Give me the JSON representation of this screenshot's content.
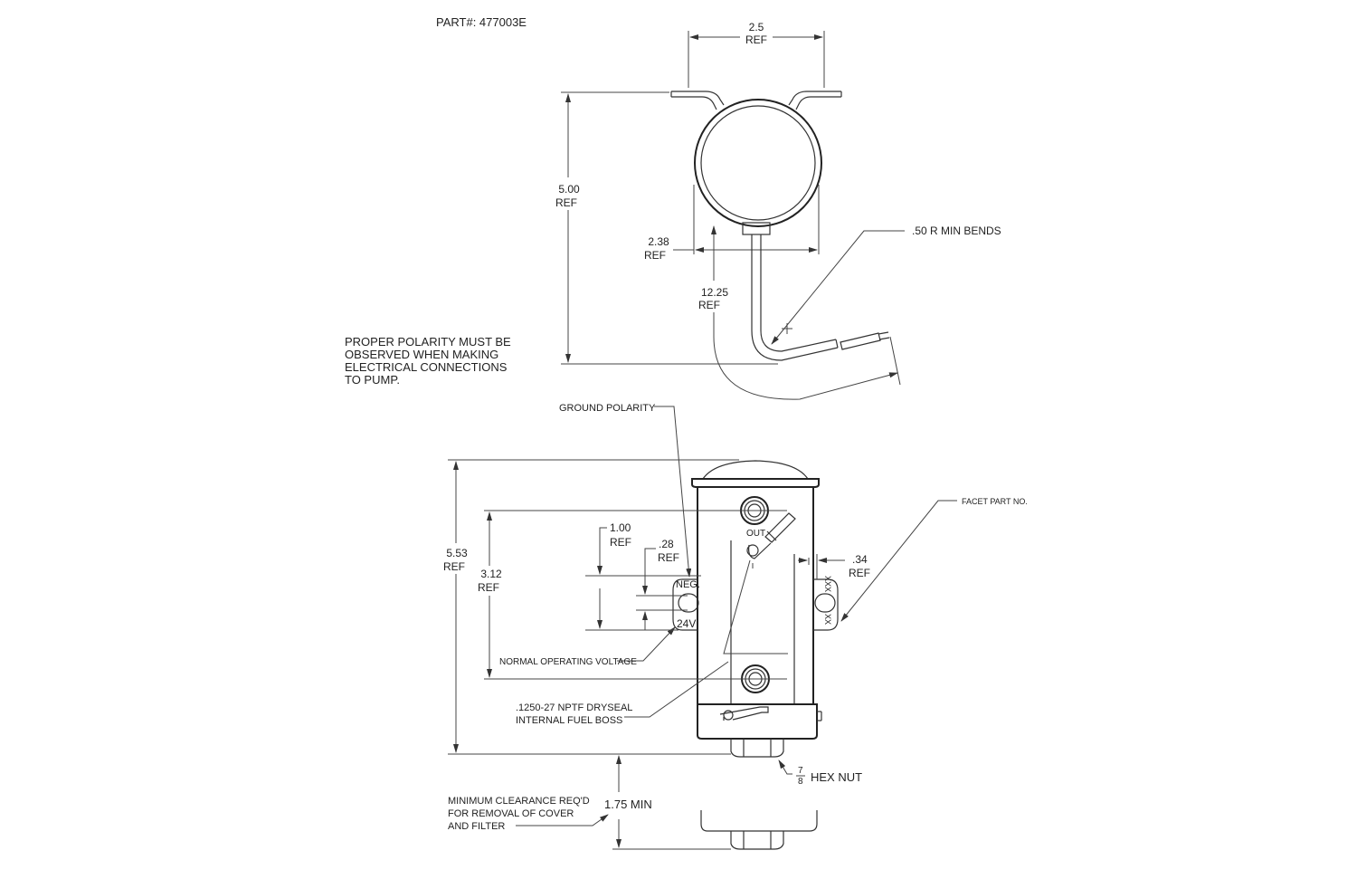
{
  "part_number": "PART#:  477003E",
  "colors": {
    "line": "#333333",
    "text": "#222222",
    "background": "#ffffff"
  },
  "top_view": {
    "dim_width": {
      "value": "2.5",
      "ref": "REF"
    },
    "dim_height": {
      "value": "5.00",
      "ref": "REF"
    },
    "dim_body": {
      "value": "2.38",
      "ref": "REF"
    },
    "dim_lead": {
      "value": "12.25",
      "ref": "REF"
    },
    "bends_note": ".50 R MIN BENDS"
  },
  "polarity_note": [
    "PROPER POLARITY MUST BE",
    "OBSERVED WHEN MAKING",
    "ELECTRICAL CONNECTIONS",
    "TO PUMP."
  ],
  "side_view": {
    "ground_polarity": "GROUND POLARITY",
    "facet_part_no": "FACET PART NO.",
    "dim_total": {
      "value": "5.53",
      "ref": "REF"
    },
    "dim_ports": {
      "value": "3.12",
      "ref": "REF"
    },
    "dim_bracket": {
      "value": "1.00",
      "ref": "REF"
    },
    "dim_slot": {
      "value": ".28",
      "ref": "REF"
    },
    "dim_right": {
      "value": ".34",
      "ref": "REF"
    },
    "neg_label": "NEG.",
    "voltage_label": "24V",
    "out_label": "OUT",
    "xxx_label": "XXX",
    "xx_label": "XX",
    "operating_voltage": "NORMAL OPERATING VOLTAGE",
    "fuel_boss": [
      ".1250-27 NPTF DRYSEAL",
      "INTERNAL FUEL BOSS"
    ],
    "hex_nut_fraction": {
      "num": "7",
      "den": "8"
    },
    "hex_nut_label": "HEX NUT",
    "clearance_note": [
      "MINIMUM CLEARANCE REQ'D",
      "FOR REMOVAL OF COVER",
      "AND FILTER"
    ],
    "clearance_dim": "1.75 MIN"
  }
}
